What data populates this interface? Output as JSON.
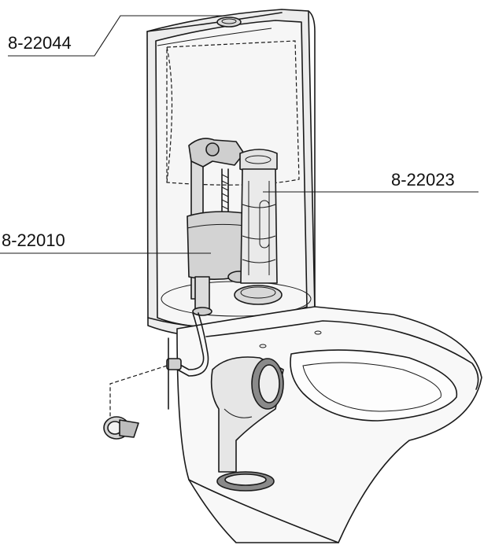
{
  "callouts": {
    "flush_button": {
      "part_number": "8-22044"
    },
    "flush_valve": {
      "part_number": "8-22023"
    },
    "fill_valve": {
      "part_number": "8-22010"
    }
  },
  "colors": {
    "line": "#1a1a1a",
    "translucent_shell": "#e9e9e9",
    "component_fill": "#d6d6d6",
    "seal_ring": "#8a8a8a",
    "background": "#ffffff"
  },
  "icons": {
    "shutoff_valve": "valve-knob-icon"
  }
}
